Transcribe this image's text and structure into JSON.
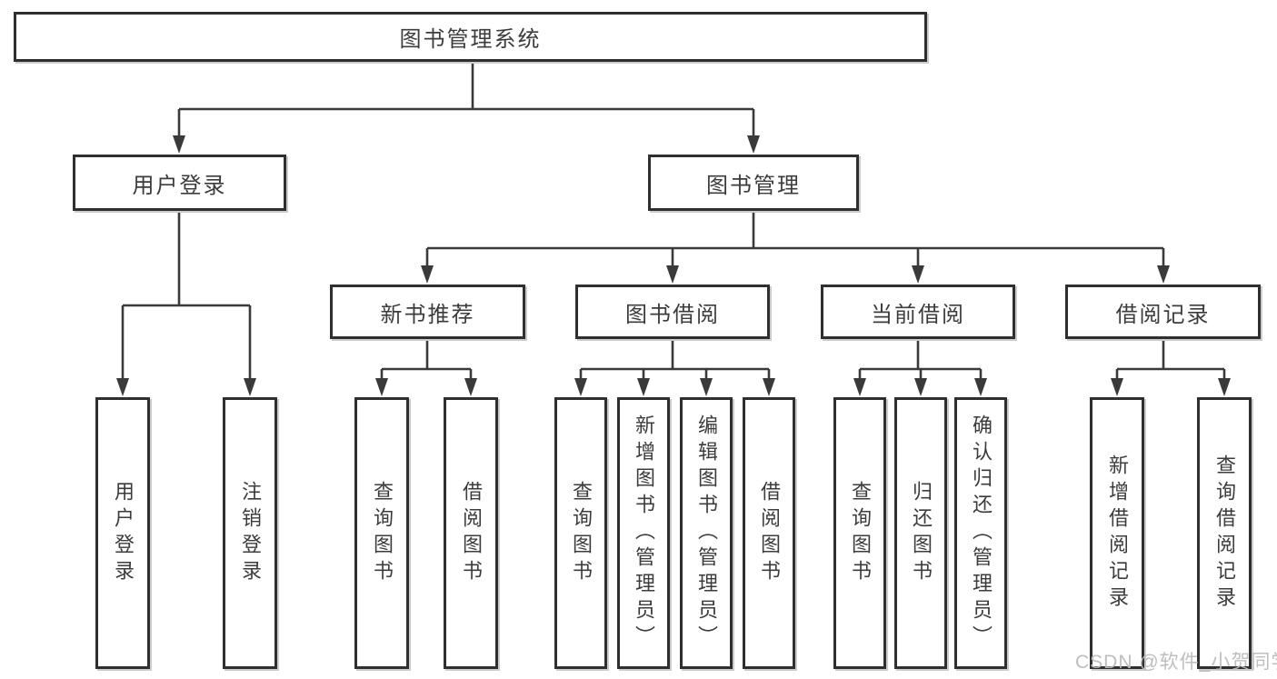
{
  "watermark": "CSDN @软件_小贺同学",
  "colors": {
    "line": "#3a3a3a",
    "box_border": "#2f2f2f",
    "text": "#3c3c3c",
    "watermark": "#bbbbbb",
    "background": "#ffffff"
  },
  "tree": {
    "label": "图书管理系统",
    "children": [
      {
        "label": "用户登录",
        "children": [
          {
            "label": "用户登录"
          },
          {
            "label": "注销登录"
          }
        ]
      },
      {
        "label": "图书管理",
        "children": [
          {
            "label": "新书推荐",
            "children": [
              {
                "label": "查询图书"
              },
              {
                "label": "借阅图书"
              }
            ]
          },
          {
            "label": "图书借阅",
            "children": [
              {
                "label": "查询图书"
              },
              {
                "label": "新增图书（管理员）"
              },
              {
                "label": "编辑图书（管理员）"
              },
              {
                "label": "借阅图书"
              }
            ]
          },
          {
            "label": "当前借阅",
            "children": [
              {
                "label": "查询图书"
              },
              {
                "label": "归还图书"
              },
              {
                "label": "确认归还（管理员）"
              }
            ]
          },
          {
            "label": "借阅记录",
            "children": [
              {
                "label": "新增借阅记录"
              },
              {
                "label": "查询借阅记录"
              }
            ]
          }
        ]
      }
    ]
  }
}
